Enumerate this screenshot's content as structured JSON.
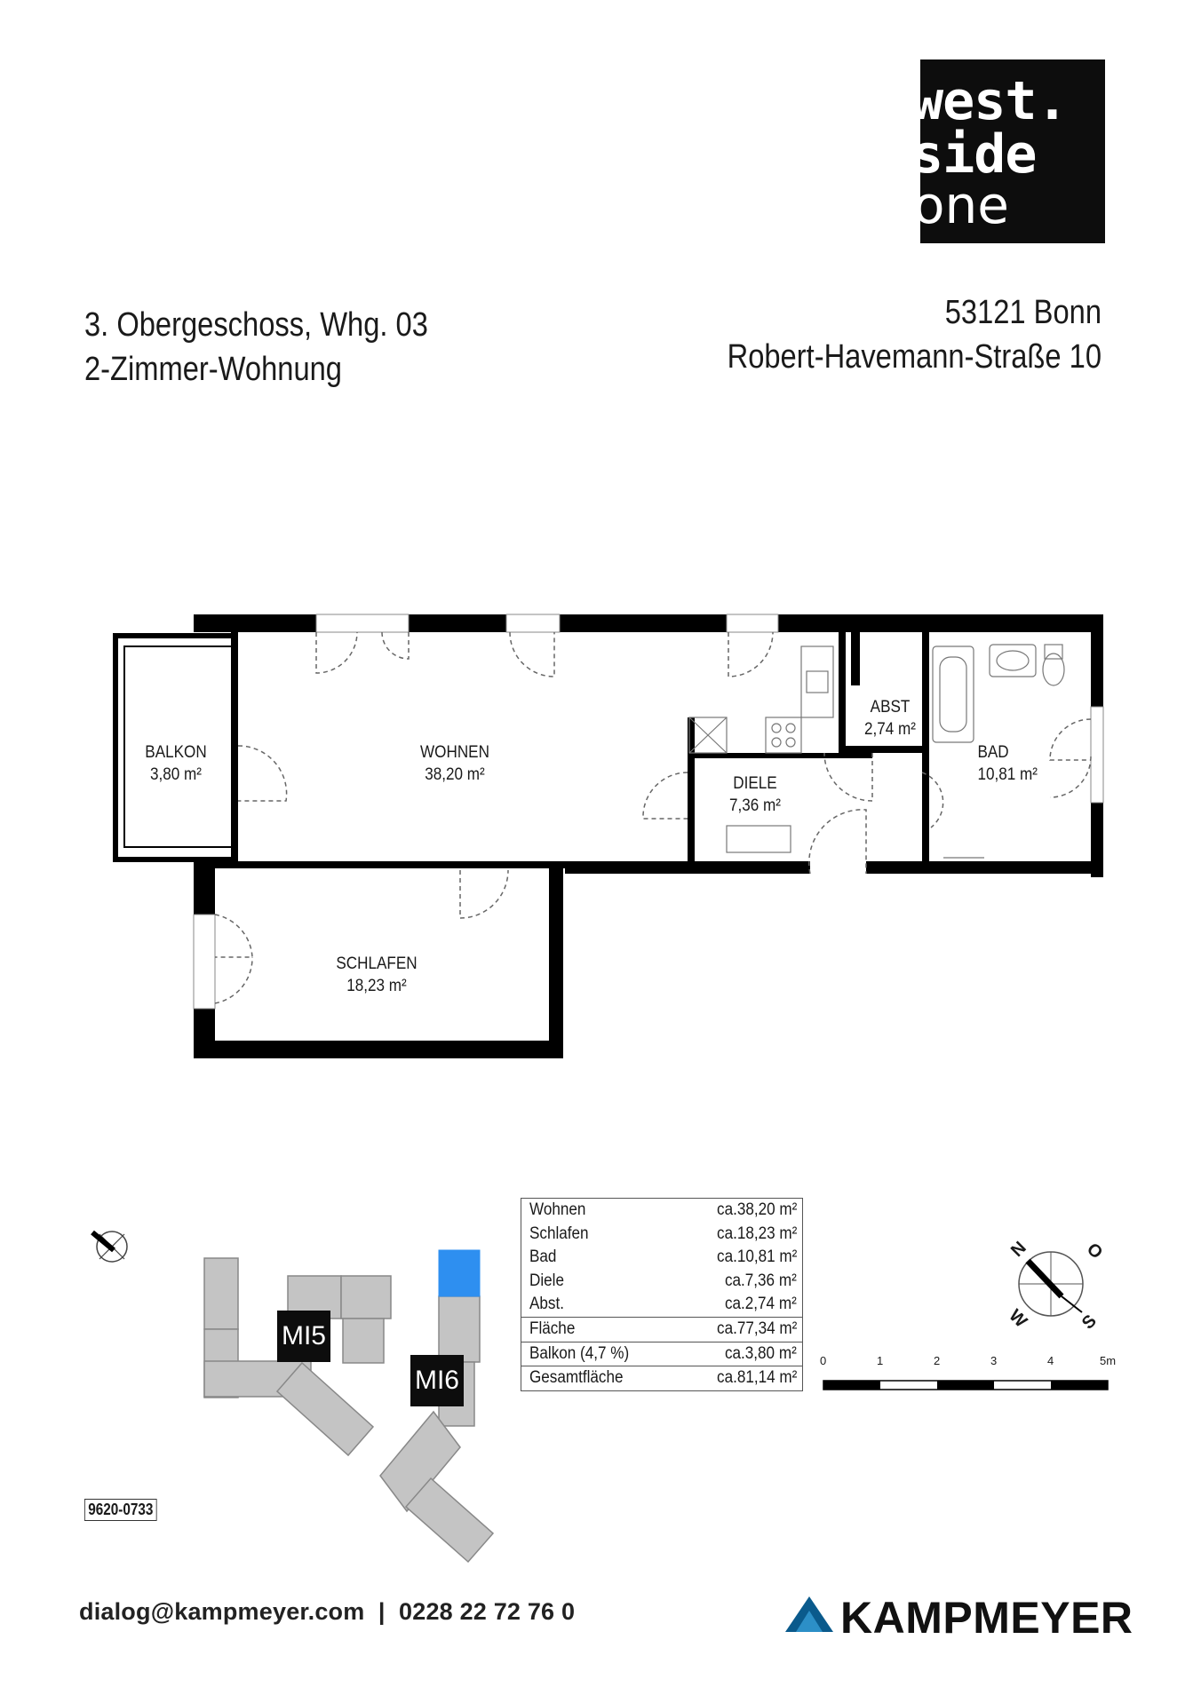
{
  "logo": {
    "line1": "west.",
    "line2": "side",
    "line3": "one"
  },
  "header": {
    "floor": "3. Obergeschoss, Whg. 03",
    "type": "2-Zimmer-Wohnung",
    "city": "53121 Bonn",
    "street": "Robert-Havemann-Straße 10"
  },
  "rooms": {
    "balkon": {
      "name": "BALKON",
      "area": "3,80 m²"
    },
    "wohnen": {
      "name": "WOHNEN",
      "area": "38,20 m²"
    },
    "abst": {
      "name": "ABST",
      "area": "2,74 m²"
    },
    "bad": {
      "name": "BAD",
      "area": "10,81 m²"
    },
    "diele": {
      "name": "DIELE",
      "area": "7,36 m²"
    },
    "schlafen": {
      "name": "SCHLAFEN",
      "area": "18,23 m²"
    }
  },
  "area_table": [
    {
      "label": "Wohnen",
      "value": "ca.38,20 m²"
    },
    {
      "label": "Schlafen",
      "value": "ca.18,23 m²"
    },
    {
      "label": "Bad",
      "value": "ca.10,81 m²"
    },
    {
      "label": "Diele",
      "value": "ca.7,36 m²"
    },
    {
      "label": "Abst.",
      "value": "ca.2,74 m²"
    },
    {
      "label": "Fläche",
      "value": "ca.77,34 m²"
    },
    {
      "label": "Balkon (4,7 %)",
      "value": "ca.3,80 m²"
    },
    {
      "label": "Gesamtfläche",
      "value": "ca.81,14 m²"
    }
  ],
  "compass": {
    "n": "N",
    "o": "O",
    "s": "S",
    "w": "W"
  },
  "scale": [
    "0",
    "1",
    "2",
    "3",
    "4",
    "5m"
  ],
  "site_plan": {
    "building_a": "MI5",
    "building_b": "MI6",
    "highlight_color": "#2e8ff0"
  },
  "plan_code": "9620-0733",
  "footer": {
    "contact": "dialog@kampmeyer.com  |  0228 22 72 76 0",
    "brand": "KAMPMEYER",
    "brand_color": "#0a5a8c"
  }
}
